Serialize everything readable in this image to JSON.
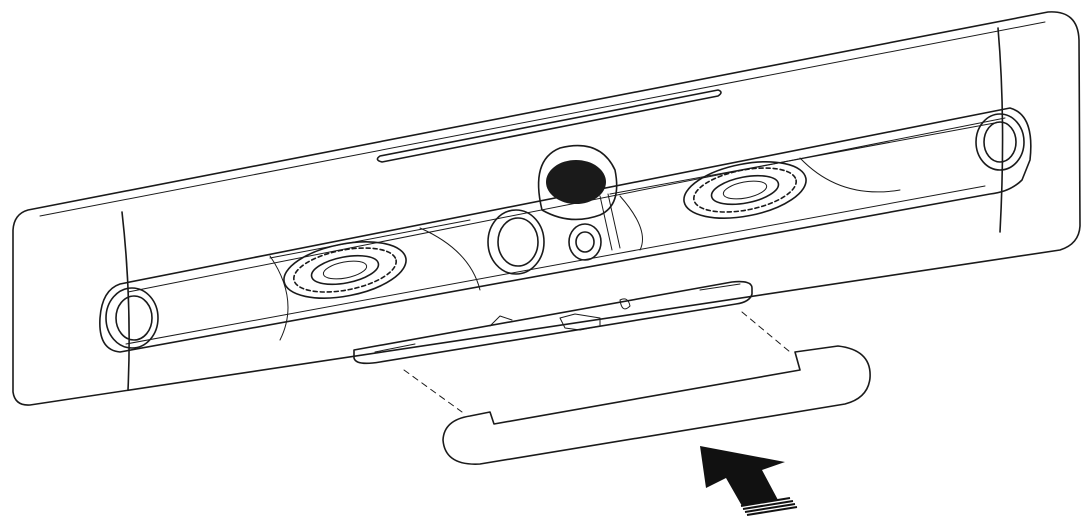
{
  "illustration": {
    "device": "video-bar",
    "accessory": "mounting-plate-cover",
    "action": "slide-in",
    "colors": {
      "line": "#1a1a1a",
      "fill": "#ffffff",
      "cover_fill": "#cfcfcf",
      "arrow_fill": "#111111"
    }
  }
}
